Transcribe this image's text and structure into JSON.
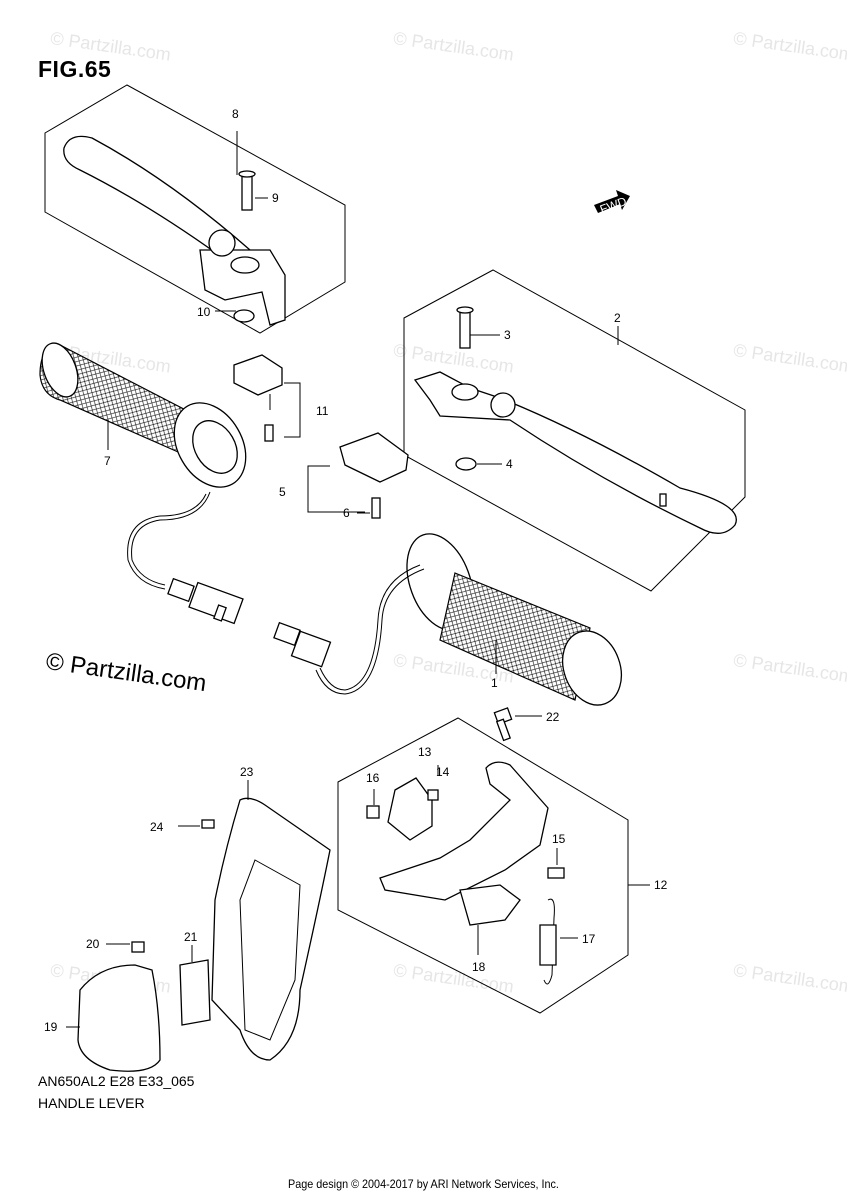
{
  "figure": {
    "title": "FIG.65",
    "model_code": "AN650AL2 E28 E33_065",
    "section_name": "HANDLE LEVER"
  },
  "watermark": {
    "main_text": "© Partzilla.com",
    "faint_text": "© Partzilla.com"
  },
  "credit": "Page design © 2004-2017 by ARI Network Services, Inc.",
  "fwd_label": "FWD",
  "callouts": [
    {
      "id": "1",
      "label": "1"
    },
    {
      "id": "2",
      "label": "2"
    },
    {
      "id": "3",
      "label": "3"
    },
    {
      "id": "4",
      "label": "4"
    },
    {
      "id": "5",
      "label": "5"
    },
    {
      "id": "6",
      "label": "6"
    },
    {
      "id": "7",
      "label": "7"
    },
    {
      "id": "8",
      "label": "8"
    },
    {
      "id": "9",
      "label": "9"
    },
    {
      "id": "10",
      "label": "10"
    },
    {
      "id": "11",
      "label": "11"
    },
    {
      "id": "12",
      "label": "12"
    },
    {
      "id": "13",
      "label": "13"
    },
    {
      "id": "14",
      "label": "14"
    },
    {
      "id": "15",
      "label": "15"
    },
    {
      "id": "16",
      "label": "16"
    },
    {
      "id": "17",
      "label": "17"
    },
    {
      "id": "18",
      "label": "18"
    },
    {
      "id": "19",
      "label": "19"
    },
    {
      "id": "20",
      "label": "20"
    },
    {
      "id": "21",
      "label": "21"
    },
    {
      "id": "22",
      "label": "22"
    },
    {
      "id": "23",
      "label": "23"
    },
    {
      "id": "24",
      "label": "24"
    }
  ]
}
